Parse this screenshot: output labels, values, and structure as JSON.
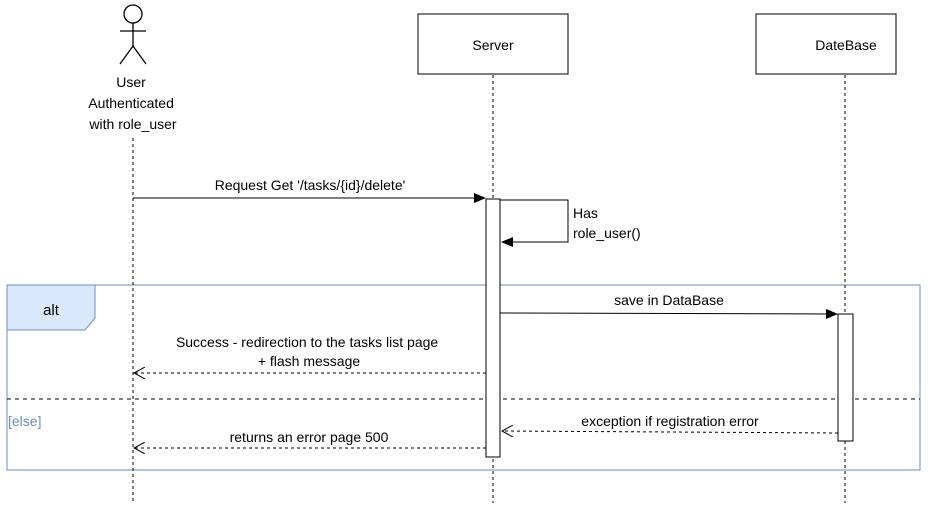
{
  "participants": {
    "user": {
      "label_lines": [
        "User",
        "Authenticated",
        "with role_user"
      ]
    },
    "server": {
      "label": "Server"
    },
    "database": {
      "label": "DateBase"
    }
  },
  "messages": {
    "request": "Request Get '/tasks/{id}/delete'",
    "self_check_lines": [
      "Has",
      "role_user()"
    ],
    "save": "save in DataBase",
    "success_lines": [
      "Success - redirection to the tasks list page",
      "+ flash message"
    ],
    "exception": "exception if registration error",
    "error_page": "returns an error page 500"
  },
  "alt_frame": {
    "label": "alt",
    "else_guard": "[else]",
    "border_color": "#6c8ebf",
    "fill_color": "#dae8fc"
  }
}
